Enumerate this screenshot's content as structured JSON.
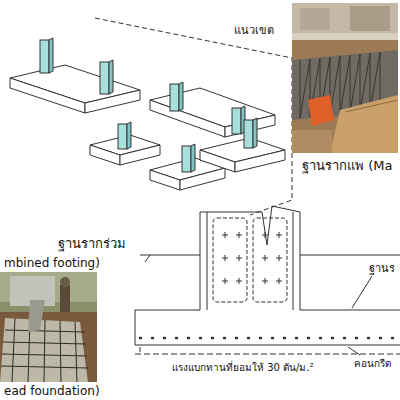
{
  "diagram": {
    "labels": [
      "แนวเขต",
      "ฐานรากร่วม",
      "mbined footing)",
      "ฐานรากแพ (Ma",
      "ead foundation)",
      "ฐานร",
      "แรงแบกทานที่ยอมให้ 30 ตัน/ม.²",
      "คอนกรีต"
    ]
  }
}
